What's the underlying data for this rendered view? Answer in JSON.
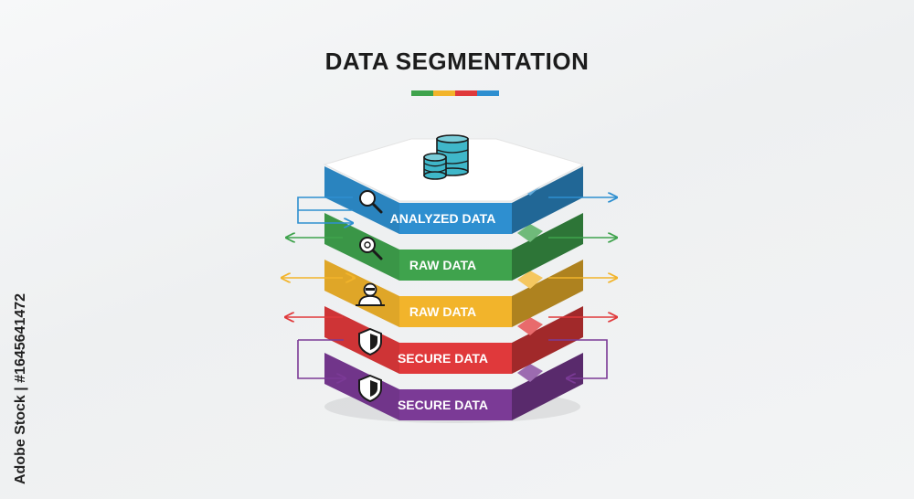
{
  "title": "DATA SEGMENTATION",
  "title_bar_colors": [
    "#3fa34d",
    "#f2b42b",
    "#e0393b",
    "#2e8fd0"
  ],
  "side_text": "Adobe Stock | #1645641472",
  "top_icon": "database-icon",
  "layers": [
    {
      "label": "ANALYZED DATA",
      "color": "#2e8fd0",
      "icon": "magnifier-icon"
    },
    {
      "label": "RAW DATA",
      "color": "#3fa34d",
      "icon": "bug-search-icon"
    },
    {
      "label": "RAW DATA",
      "color": "#f2b42b",
      "icon": "hacker-icon"
    },
    {
      "label": "SECURE DATA",
      "color": "#e0393b",
      "icon": "shield-icon"
    },
    {
      "label": "SECURE DATA",
      "color": "#7b3a96",
      "icon": "shield-icon"
    }
  ]
}
